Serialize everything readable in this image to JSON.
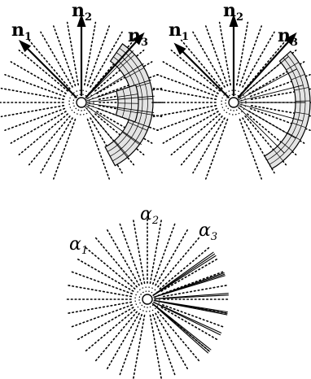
{
  "panels": [
    {
      "name": "left-panel",
      "labels": [
        {
          "base": "n",
          "sub": "1"
        },
        {
          "base": "n",
          "sub": "2"
        },
        {
          "base": "n",
          "sub": "3"
        }
      ]
    },
    {
      "name": "right-panel",
      "labels": [
        {
          "base": "n",
          "sub": "1"
        },
        {
          "base": "n",
          "sub": "2"
        },
        {
          "base": "n",
          "sub": "3"
        }
      ]
    },
    {
      "name": "bottom-panel",
      "labels": [
        {
          "base": "α",
          "sub": "1"
        },
        {
          "base": "α",
          "sub": "2"
        },
        {
          "base": "α",
          "sub": "3"
        }
      ]
    }
  ]
}
